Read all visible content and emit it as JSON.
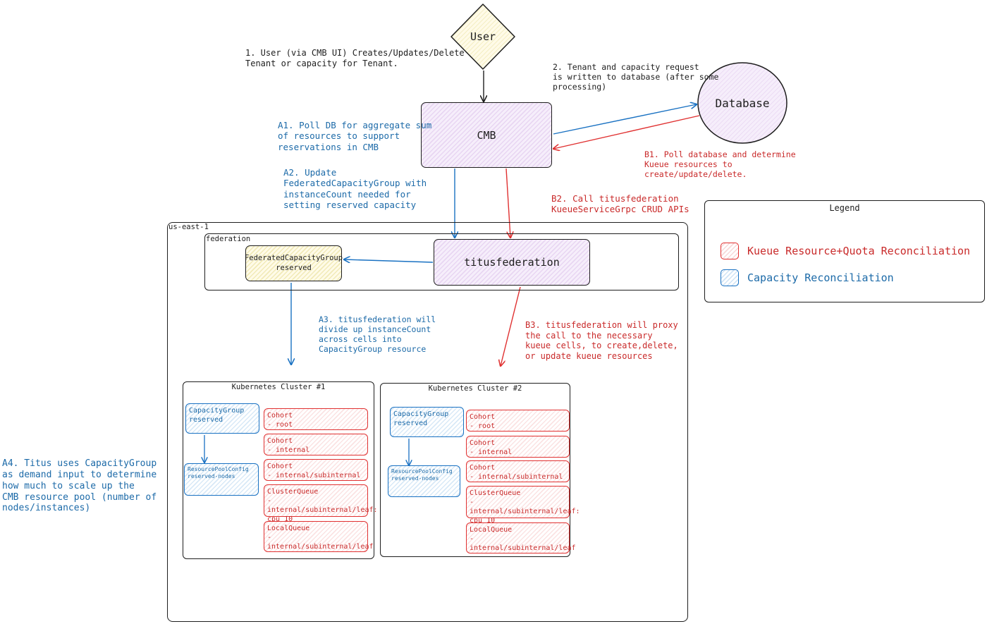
{
  "nodes": {
    "user": "User",
    "cmb": "CMB",
    "database": "Database",
    "titusfederation": "titusfederation",
    "fcg": "FederatedCapacityGroup\nreserved"
  },
  "frames": {
    "region": "us-east-1",
    "federation": "federation",
    "cluster1": "Kubernetes Cluster #1",
    "cluster2": "Kubernetes Cluster #2"
  },
  "annotations": {
    "step1": "1. User (via CMB UI) Creates/Updates/Delete\nTenant or capacity for Tenant.",
    "step2": "2. Tenant and capacity request\nis written to database (after some\nprocessing)",
    "a1": "A1. Poll DB for aggregate sum\nof resources to support\nreservations in CMB",
    "a2": "A2. Update\nFederatedCapacityGroup with\ninstanceCount needed for\nsetting reserved capacity",
    "a3": "A3. titusfederation will\ndivide up instanceCount\nacross cells into\nCapacityGroup resource",
    "a4": "A4. Titus uses CapacityGroup\nas demand input to determine\nhow much to scale up the\nCMB resource pool (number of\nnodes/instances)",
    "b1": "B1. Poll database and determine\nKueue resources to\ncreate/update/delete.",
    "b2": "B2. Call titusfederation\nKueueServiceGrpc CRUD APIs",
    "b3": "B3. titusfederation will proxy\nthe call to the necessary\nkueue cells, to create,delete,\nor update kueue resources"
  },
  "cluster1": {
    "capacity_group": "CapacityGroup\nreserved",
    "resource_pool": "ResourcePoolConfig\nreserved-nodes",
    "items": [
      "Cohort\n- root",
      "Cohort\n- internal",
      "Cohort\n- internal/subinternal",
      "ClusterQueue\n- internal/subinternal/leaf:\ncpu 10",
      "LocalQueue\n- internal/subinternal/leaf"
    ]
  },
  "cluster2": {
    "capacity_group": "CapacityGroup\nreserved",
    "resource_pool": "ResourcePoolConfig\nreserved-nodes",
    "items": [
      "Cohort\n- root",
      "Cohort\n- internal",
      "Cohort\n- internal/subinternal",
      "ClusterQueue\n- internal/subinternal/leaf:\ncpu 10",
      "LocalQueue\n- internal/subinternal/leaf"
    ]
  },
  "legend": {
    "title": "Legend",
    "kueue": "Kueue Resource+Quota Reconciliation",
    "capacity": "Capacity Reconciliation"
  },
  "colors": {
    "red": "#e03131",
    "blue": "#1971c2",
    "purple": "#e8d6f2",
    "yellow": "#f1eab8"
  }
}
